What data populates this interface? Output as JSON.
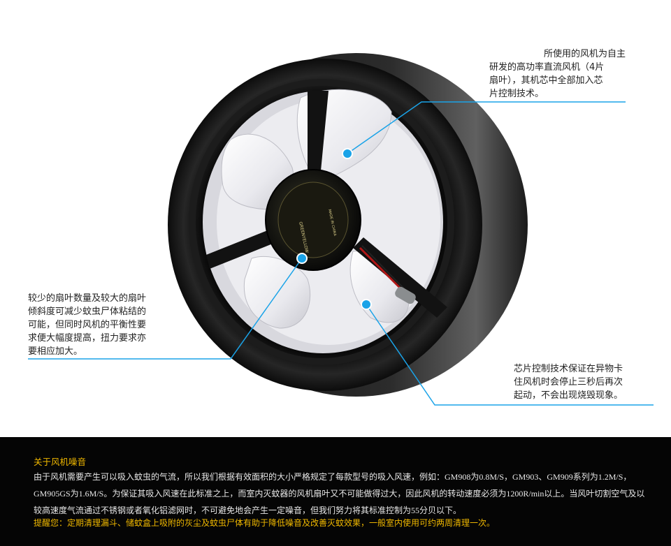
{
  "callouts": {
    "top": "　　　　　　所使用的风机为自主\n研发的高功率直流风机（4片\n扇叶），其机芯中全部加入芯\n片控制技术。",
    "left": "较少的扇叶数量及较大的扇叶\n倾斜度可减少蚊虫尸体粘结的\n可能，但同时风机的平衡性要\n求便大幅度提高，扭力要求亦\n要相应加大。",
    "right": "芯片控制技术保证在异物卡\n住风机时会停止三秒后再次\n起动，不会出现烧毁现象。"
  },
  "info": {
    "title": "关于风机噪音",
    "body": "由于风机需要产生可以吸入蚊虫的气流，所以我们根据有效面积的大小严格规定了每款型号的吸入风速，例如：GM908为0.8M/S，GM903、GM909系列为1.2M/S，GM905GS为1.6M/S。为保证其吸入风速在此标准之上，而室内灭蚊器的风机扇叶又不可能做得过大，因此风机的转动速度必须为1200R/min以上。当风叶切割空气及以较高速度气流通过不锈钢或者氧化铝滤网时，不可避免地会产生一定噪音，但我们努力将其标准控制为55分贝以下。",
    "tip_label": "提醒您：",
    "tip_text": "定期清理漏斗、储蚊盒上吸附的灰尘及蚊虫尸体有助于降低噪音及改善灭蚊效果，一般室内使用可约两周清理一次。"
  },
  "fan_label": {
    "line1": "GREENYELLOW",
    "line2": "MADE IN CHINA"
  },
  "colors": {
    "accent_line": "#1aa3e8",
    "info_title": "#f0b800",
    "info_bg": "#050505"
  }
}
